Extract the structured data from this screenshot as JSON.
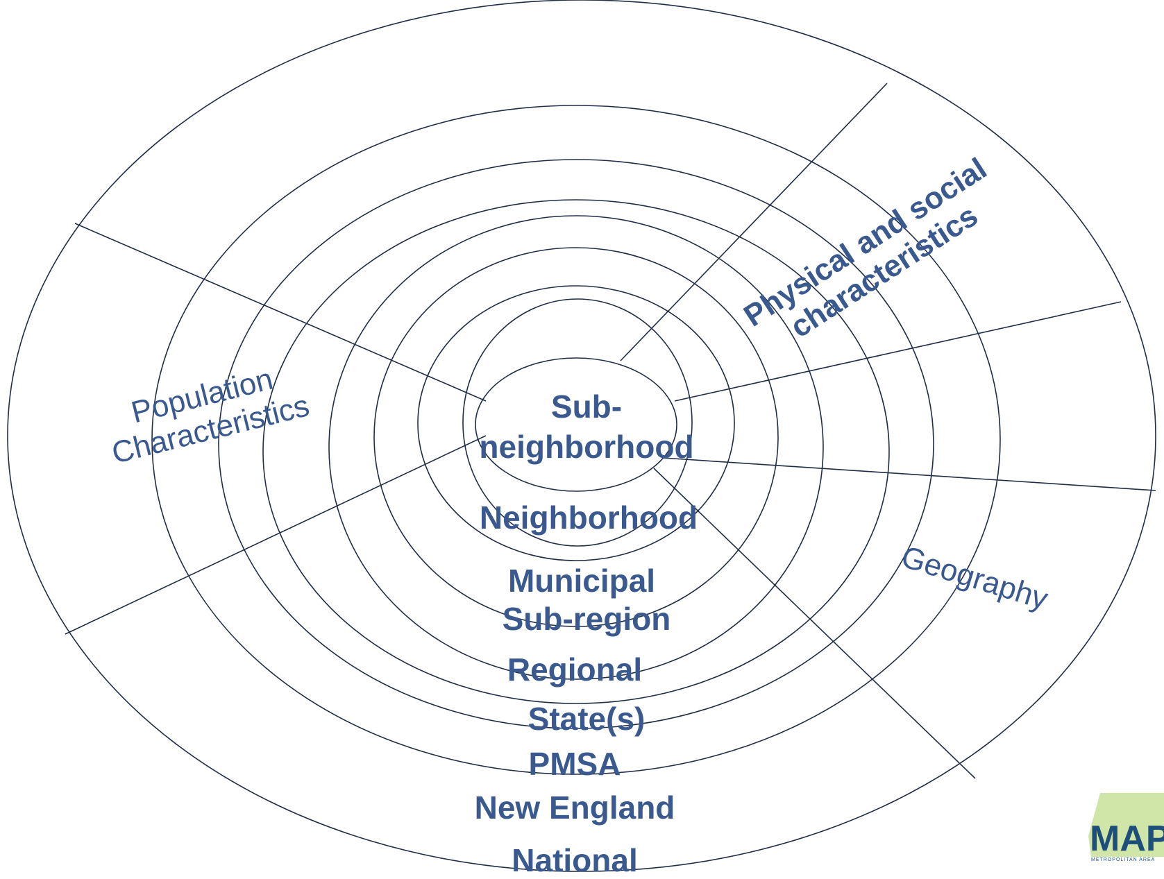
{
  "diagram": {
    "levels": [
      "Sub-",
      "neighborhood",
      "Neighborhood",
      "Municipal",
      "Sub-region",
      "Regional",
      "State(s)",
      "PMSA",
      "New England",
      "National"
    ],
    "sectors": {
      "population": [
        "Population",
        "Characteristics"
      ],
      "physical": [
        "Physical and social",
        "characteristics"
      ],
      "geography": "Geography"
    }
  },
  "logo": {
    "text": "MAP",
    "subtext": "METROPOLITAN AREA"
  },
  "colors": {
    "line": "#1f2d45",
    "label": "#3a5a8f",
    "logo_green": "#cfe6a8",
    "logo_blue": "#1d4f7a"
  }
}
